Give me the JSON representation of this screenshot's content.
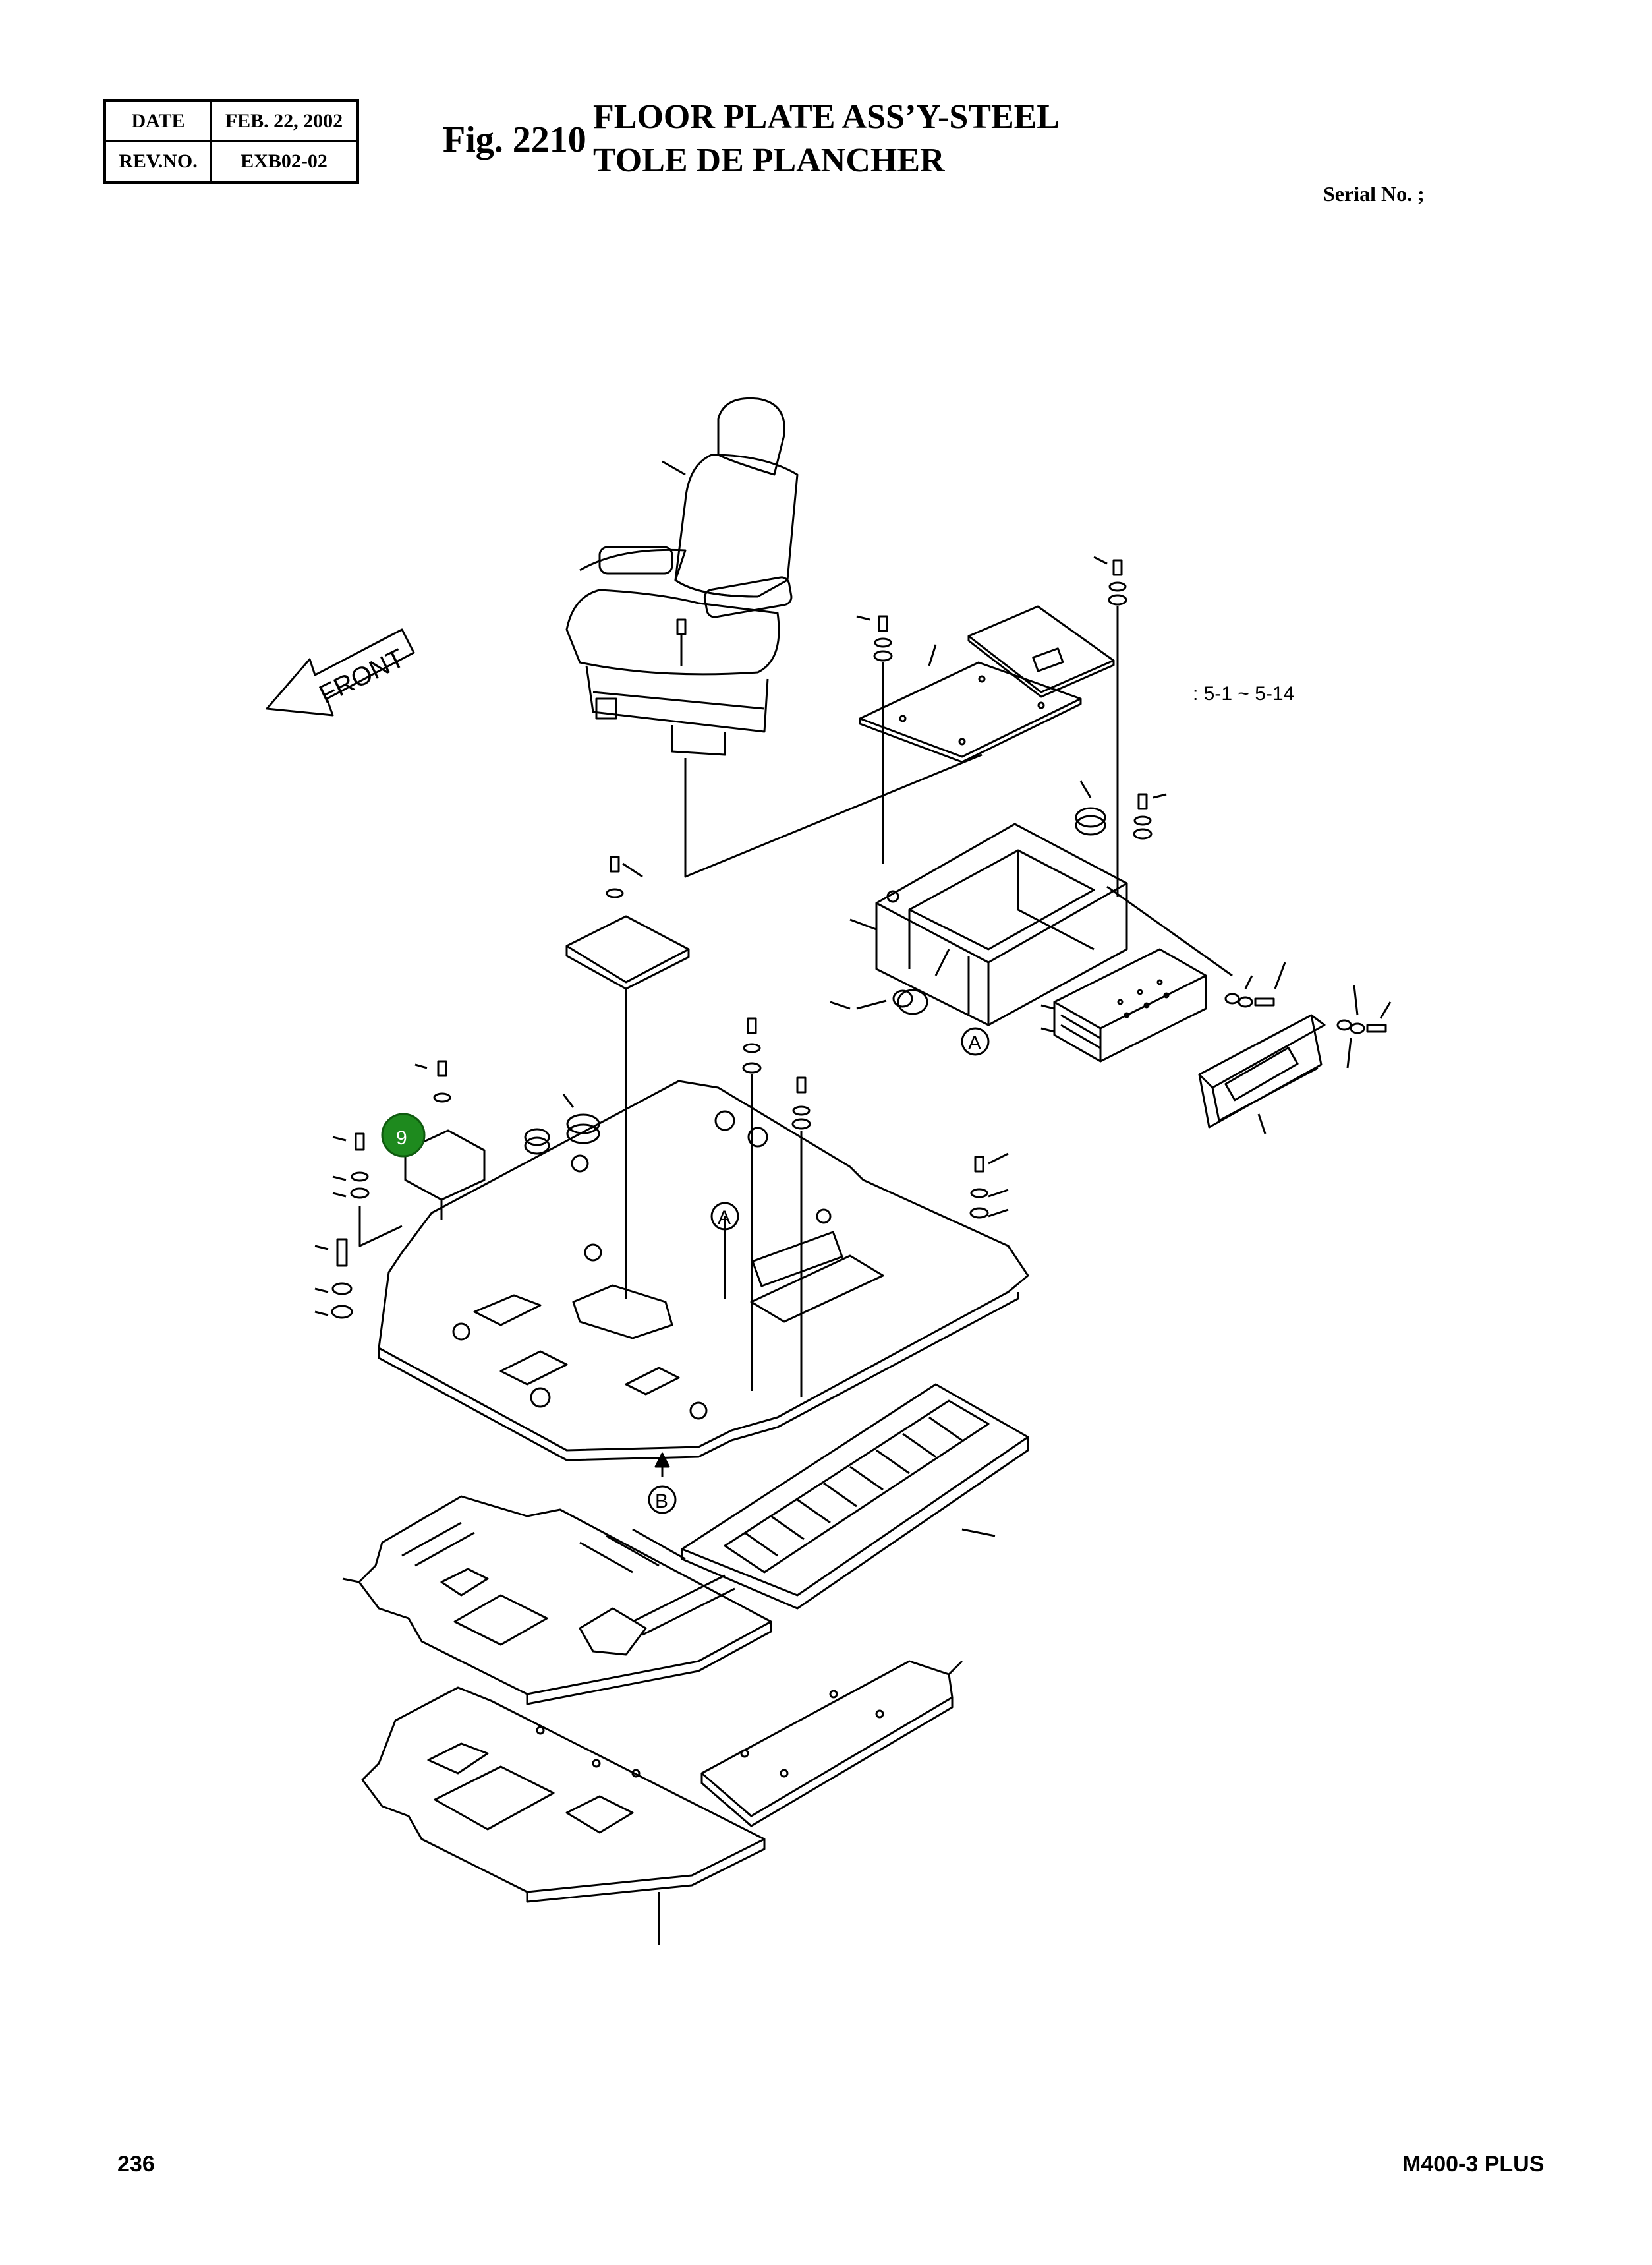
{
  "header": {
    "date_label": "DATE",
    "date_value": "FEB. 22, 2002",
    "rev_label": "REV.NO.",
    "rev_value": "EXB02-02"
  },
  "figure": {
    "number": "Fig. 2210",
    "title_en": "FLOOR PLATE ASS’Y-STEEL",
    "title_fr": "TOLE DE PLANCHER",
    "serial": "Serial No. ;"
  },
  "diagram": {
    "front_label": "FRONT",
    "ref_note": ": 5-1 ~ 5-14",
    "marker_a": "A",
    "marker_b": "B",
    "callout": "9",
    "callout_color": "#1e8a1e"
  },
  "footer": {
    "page": "236",
    "model": "M400-3 PLUS"
  }
}
